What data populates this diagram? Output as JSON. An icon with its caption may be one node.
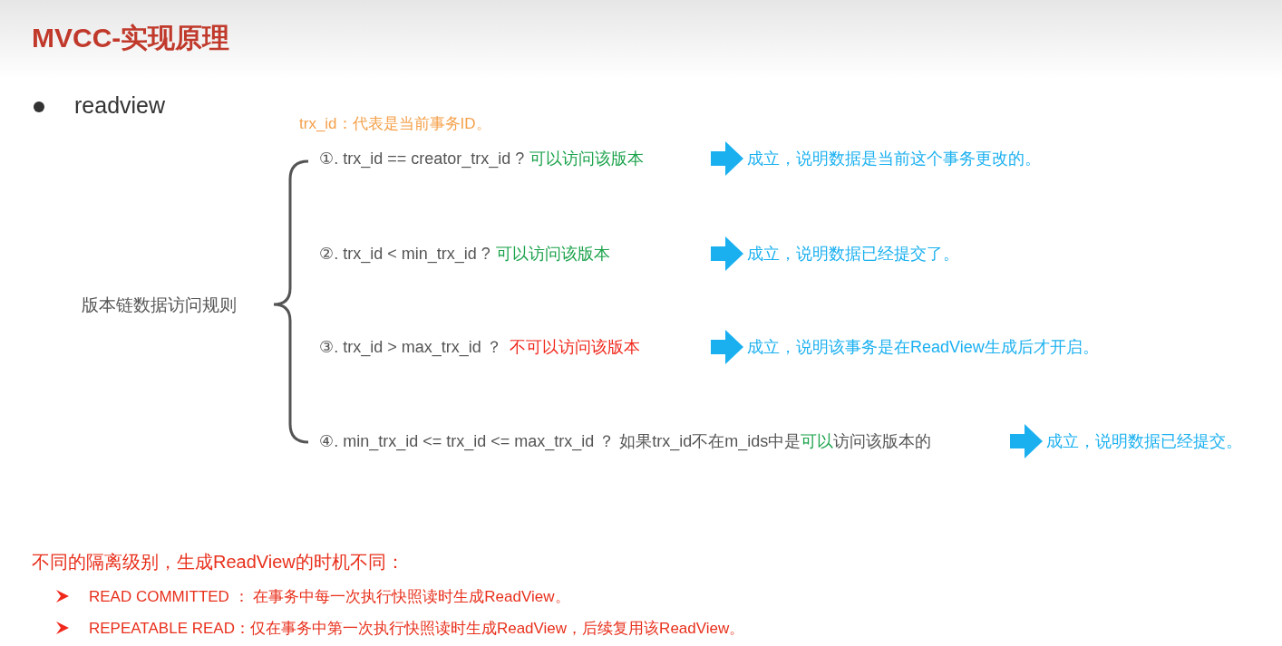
{
  "diagram": {
    "title": "MVCC-实现原理",
    "nodes": [
      {
        "text": [
          "①. trx_id  == creator_trx_id ?",
          "可以访问该版本"
        ]
      },
      {
        "text": [
          "成立，说明数据是当前这个事务更改的。"
        ]
      },
      {
        "text": [
          "②. trx_id < min_trx_id ?",
          "可以访问该版本"
        ]
      },
      {
        "text": [
          "成立，说明数据已经提交了。"
        ]
      },
      {
        "text": [
          "③. trx_id > max_trx_id ？",
          "不可以访问该版本"
        ]
      },
      {
        "text": [
          "成立，说明该事务是在ReadView生成后才开启。"
        ]
      },
      {
        "text": [
          "④. min_trx_id <= trx_id <= max_trx_id ？ 如果trx_id不在m_ids中是",
          "可以",
          "访问该版本的"
        ]
      },
      {
        "text": [
          "成立，说明数据已经提交。"
        ]
      }
    ],
    "edges": [
      {
        "from": 0,
        "to": 1,
        "arrow": "to"
      },
      {
        "from": 2,
        "to": 3,
        "arrow": "to"
      },
      {
        "from": 4,
        "to": 5,
        "arrow": "to"
      },
      {
        "from": 6,
        "to": 7,
        "arrow": "to"
      }
    ],
    "labels": [
      "readview",
      "trx_id：代表是当前事务ID。",
      "版本链数据访问规则",
      "不同的隔离级别，生成ReadView的时机不同：",
      "READ COMMITTED ： 在事务中每一次执行快照读时生成ReadView。",
      "REPEATABLE READ：仅在事务中第一次执行快照读时生成ReadView，后续复用该ReadView。"
    ]
  }
}
